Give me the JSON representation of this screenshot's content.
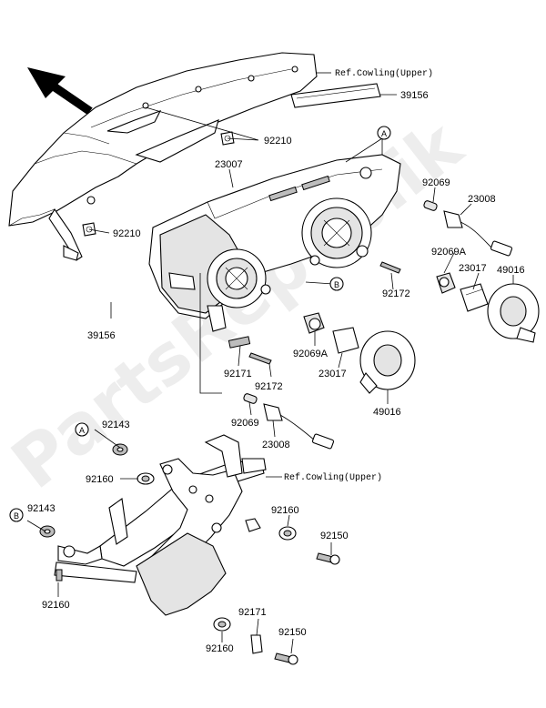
{
  "refs": {
    "cowling_upper_top": "Ref.Cowling(Upper)",
    "cowling_upper_bottom": "Ref.Cowling(Upper)"
  },
  "callouts": {
    "a_top": "A",
    "b_mid": "B",
    "a_bottom": "A",
    "b_bottom": "B"
  },
  "parts": {
    "p39156_top": "39156",
    "p92210_a": "92210",
    "p23007": "23007",
    "p92069_top": "92069",
    "p23008_top": "23008",
    "p92210_b": "92210",
    "p92069a_right": "92069A",
    "p23017_right": "23017",
    "p49016_right": "49016",
    "p92172_right": "92172",
    "p39156_left": "39156",
    "p92069a_center": "92069A",
    "p92171_center": "92171",
    "p23017_center": "23017",
    "p92172_center": "92172",
    "p49016_center": "49016",
    "p92069_center": "92069",
    "p23008_center": "23008",
    "p92143_a": "92143",
    "p92160_a": "92160",
    "p92143_b": "92143",
    "p92160_b": "92160",
    "p92150_a": "92150",
    "p92160_c": "92160",
    "p92171_bottom": "92171",
    "p92150_b": "92150",
    "p92160_d": "92160"
  },
  "watermark": "PartsRepublik"
}
